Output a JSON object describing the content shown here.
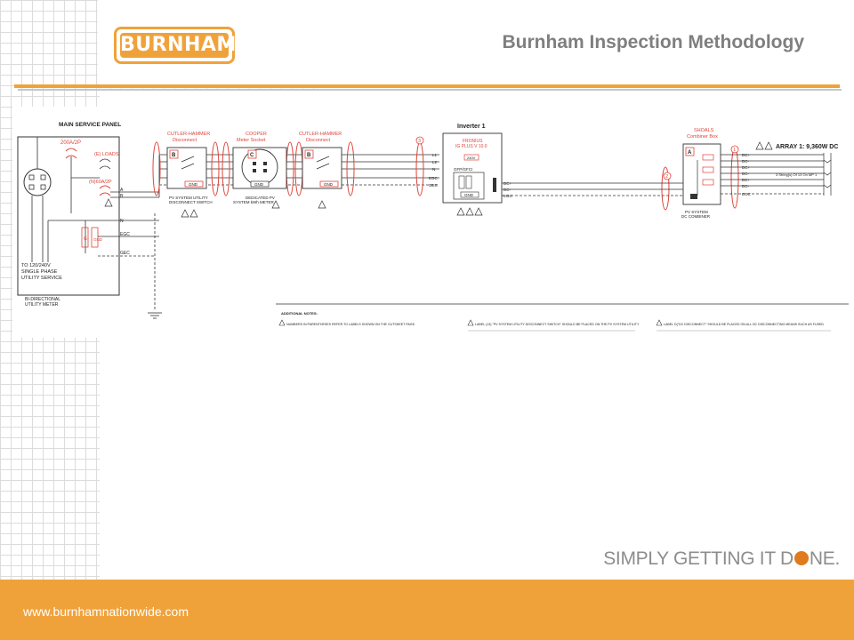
{
  "header": {
    "logo_text": "BURNHAM",
    "title": "Burnham Inspection Methodology"
  },
  "diagram": {
    "main_panel": {
      "title": "MAIN SERVICE PANEL",
      "breaker_main": "200A/2P",
      "loads": "(E) LOADS",
      "breaker_pv": "(N)60A/2P",
      "service_text_1": "TO 120/240V",
      "service_text_2": "SINGLE PHASE",
      "service_text_3": "UTILITY SERVICE",
      "meter_label_1": "BI-DIRECTIONAL",
      "meter_label_2": "UTILITY METER"
    },
    "disconnect_1": {
      "title_1": "CUTLER-HAMMER",
      "title_2": "Disconnect",
      "letter": "B",
      "ground": "GND",
      "caption_1": "PV SYSTEM UTILITY",
      "caption_2": "DISCONNECT SWITCH"
    },
    "meter_socket": {
      "title_1": "COOPER",
      "title_2": "Meter Socket",
      "letter": "C",
      "ground": "GND",
      "caption_1": "DEDICATED PV",
      "caption_2": "SYSTEM kWh METER"
    },
    "disconnect_2": {
      "title_1": "CUTLER-HAMMER",
      "title_2": "Disconnect",
      "letter": "B",
      "ground": "GND"
    },
    "inverter": {
      "title": "Inverter 1",
      "model_1": "FRONIUS",
      "model_2": "IG PLUS V 10.0",
      "rating": "240V",
      "gfp": "GFP/GFCI",
      "ground": "GND",
      "ac_terms": [
        "L1",
        "L2",
        "N",
        "EGC",
        "GEC"
      ],
      "dc_terms": [
        "DC+",
        "DC-",
        "EGC"
      ]
    },
    "combiner": {
      "title_1": "SHOALS",
      "title_2": "Combiner Box",
      "letter": "A",
      "caption_1": "PV SYSTEM",
      "caption_2": "DC COMBINER",
      "dc_terms": [
        "DC+",
        "DC-",
        "DC+",
        "DC-",
        "DC+",
        "DC-",
        "EGC"
      ]
    },
    "array": {
      "title": "ARRAY 1:  9,360W DC",
      "strings": "3 String(s) Of 13 On MP 1"
    },
    "conductors": {
      "panel_side": [
        "A",
        "B",
        "N",
        "EGC",
        "GEC"
      ],
      "markers": [
        "3",
        "2",
        "1"
      ]
    },
    "ground_labels": [
      "G",
      "GND"
    ],
    "notes": {
      "heading": "ADDITIONAL NOTES:",
      "note_1": "NUMBERS IN PARENTHESES REFER TO LABELS SHOWN ON THE CUTSHEET PAGE.",
      "note_2": "LABEL (13) \"PV SYSTEM UTILITY DISCONNECT SWITCH\" SHOULD BE PLACED ON THE PV SYSTEM UTILITY",
      "note_3": "LABEL D(\"DC DISCONNECT\" SHOULD BE PLACED ON ALL DC DISCONNECTING MEANS SUCH AS FUSED"
    }
  },
  "tagline": {
    "before": "SIMPLY GETTING IT D",
    "after": "NE."
  },
  "footer": {
    "url": "www.burnhamnationwide.com"
  },
  "colors": {
    "accent": "#f0a23a",
    "title_gray": "#7f7f7f",
    "diagram_red": "#e0443a"
  }
}
